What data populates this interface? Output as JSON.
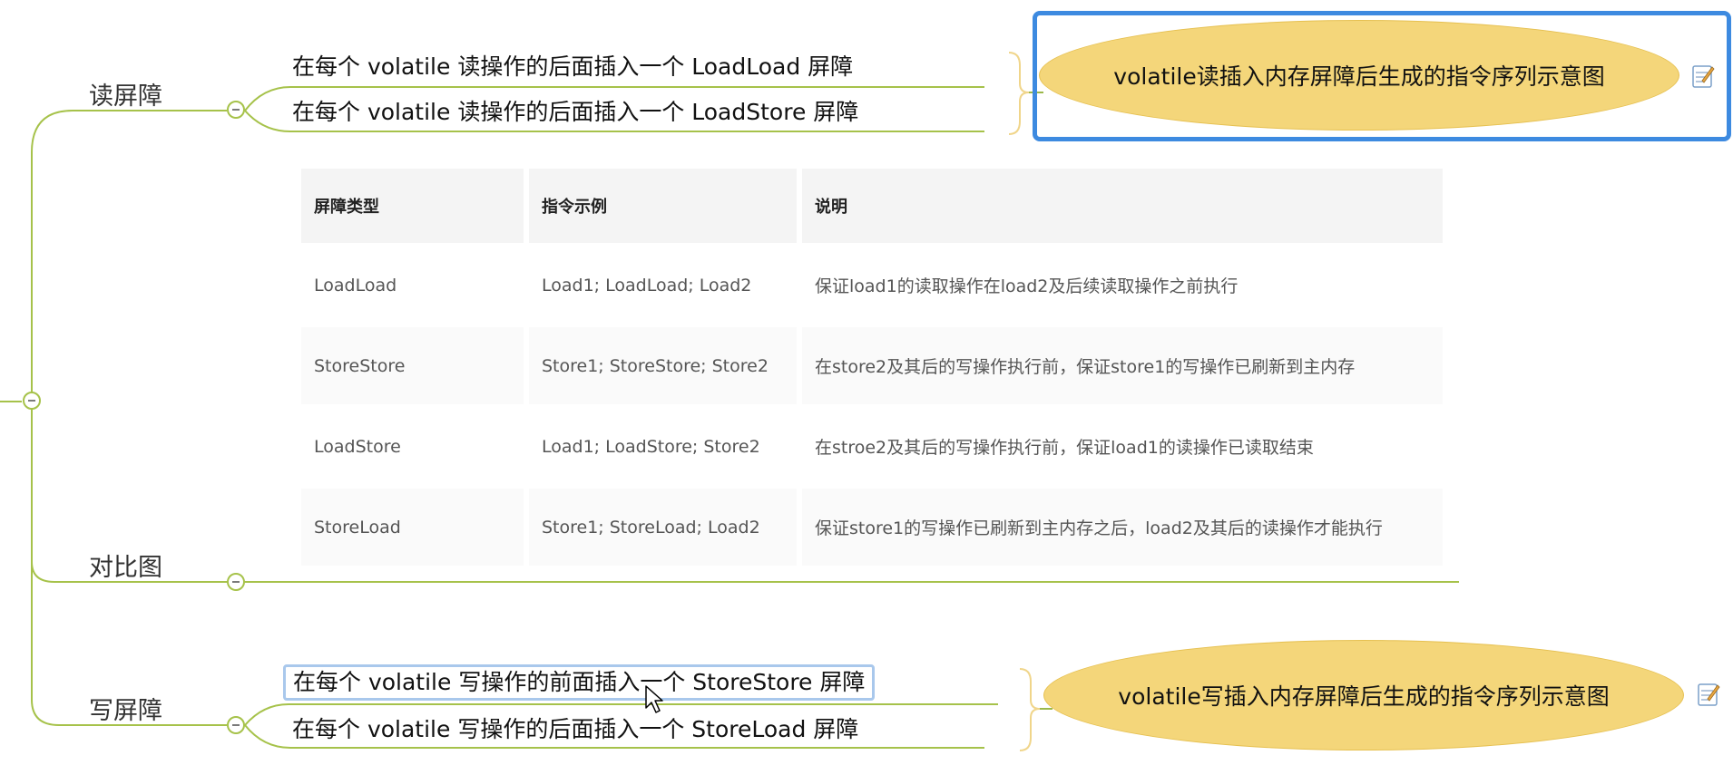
{
  "colors": {
    "branch_line": "#a6c24a",
    "ellipse_fill": "#f4d67a",
    "selection_frame": "#3d8ae0",
    "selected_node_border": "#a9c8ec"
  },
  "branches": {
    "read": {
      "label": "读屏障",
      "nodes": [
        "在每个 volatile 读操作的后面插入一个 LoadLoad 屏障",
        "在每个 volatile 读操作的后面插入一个 LoadStore 屏障"
      ],
      "callout": "volatile读插入内存屏障后生成的指令序列示意图",
      "note_icon": "note-edit-icon"
    },
    "compare": {
      "label": "对比图"
    },
    "write": {
      "label": "写屏障",
      "nodes": [
        "在每个 volatile 写操作的前面插入一个 StoreStore 屏障",
        "在每个 volatile 写操作的后面插入一个 StoreLoad 屏障"
      ],
      "callout": "volatile写插入内存屏障后生成的指令序列示意图",
      "note_icon": "note-edit-icon"
    }
  },
  "table": {
    "headers": [
      "屏障类型",
      "指令示例",
      "说明"
    ],
    "rows": [
      [
        "LoadLoad",
        "Load1; LoadLoad; Load2",
        "保证load1的读取操作在load2及后续读取操作之前执行"
      ],
      [
        "StoreStore",
        "Store1; StoreStore; Store2",
        "在store2及其后的写操作执行前，保证store1的写操作已刷新到主内存"
      ],
      [
        "LoadStore",
        "Load1; LoadStore; Store2",
        "在stroe2及其后的写操作执行前，保证load1的读操作已读取结束"
      ],
      [
        "StoreLoad",
        "Store1; StoreLoad; Load2",
        "保证store1的写操作已刷新到主内存之后，load2及其后的读操作才能执行"
      ]
    ]
  }
}
